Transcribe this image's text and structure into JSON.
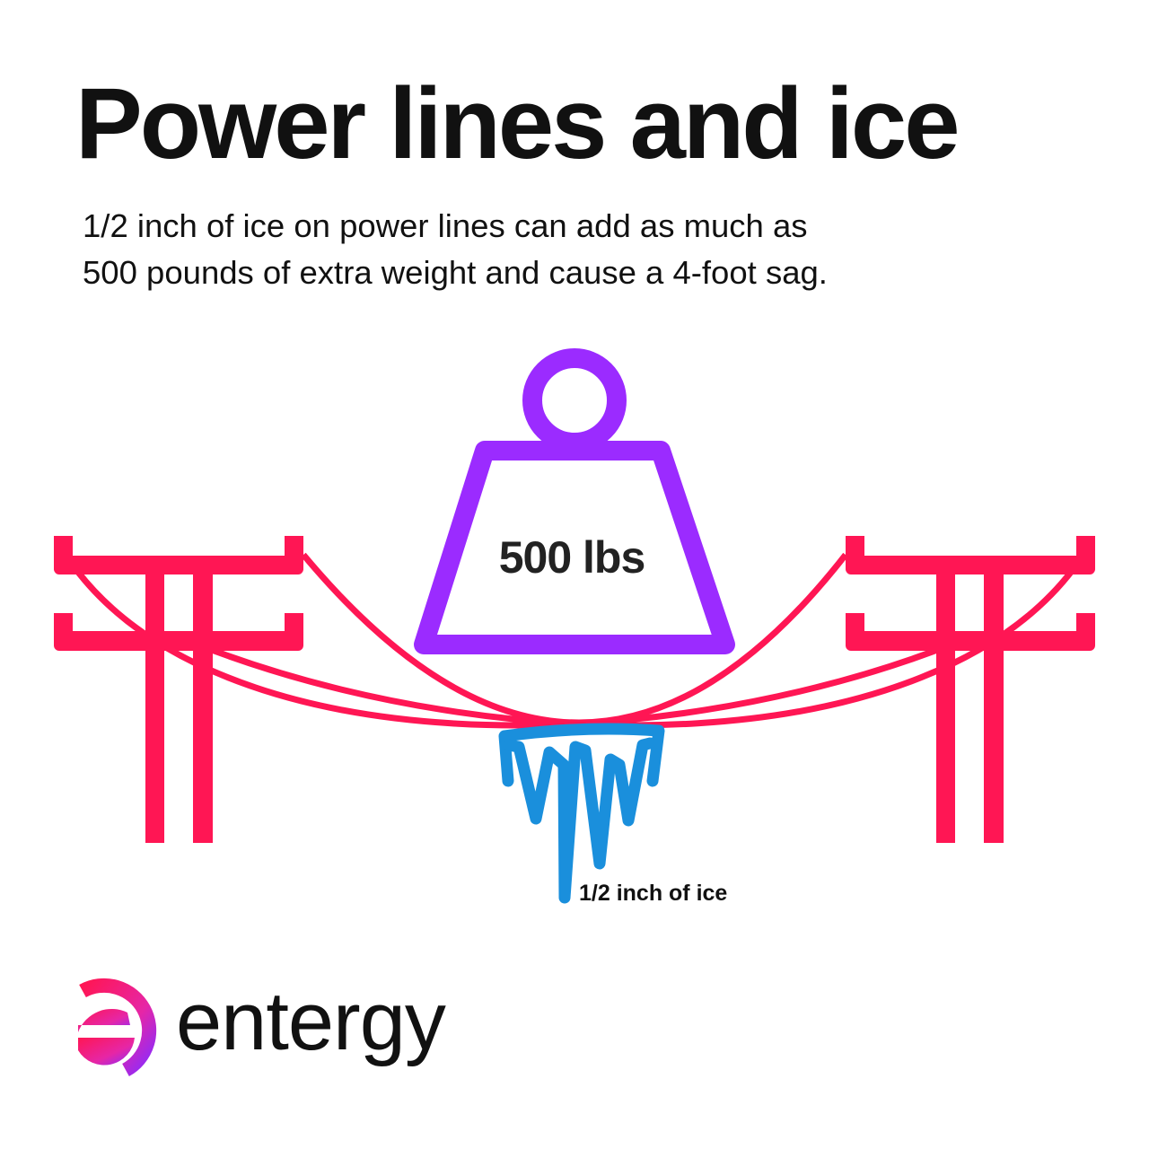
{
  "header": {
    "title": "Power lines and ice",
    "subtitle_lines": [
      "1/2 inch of ice on power lines can add as much as",
      "500 pounds of extra weight and cause a 4-foot sag."
    ]
  },
  "illustration": {
    "weight_label": "500 lbs",
    "ice_label": "1/2 inch of ice"
  },
  "brand": {
    "name": "entergy"
  },
  "colors": {
    "pole": "#ff1654",
    "weight": "#9b2bff",
    "ice": "#1a8fdc",
    "text": "#111111"
  }
}
